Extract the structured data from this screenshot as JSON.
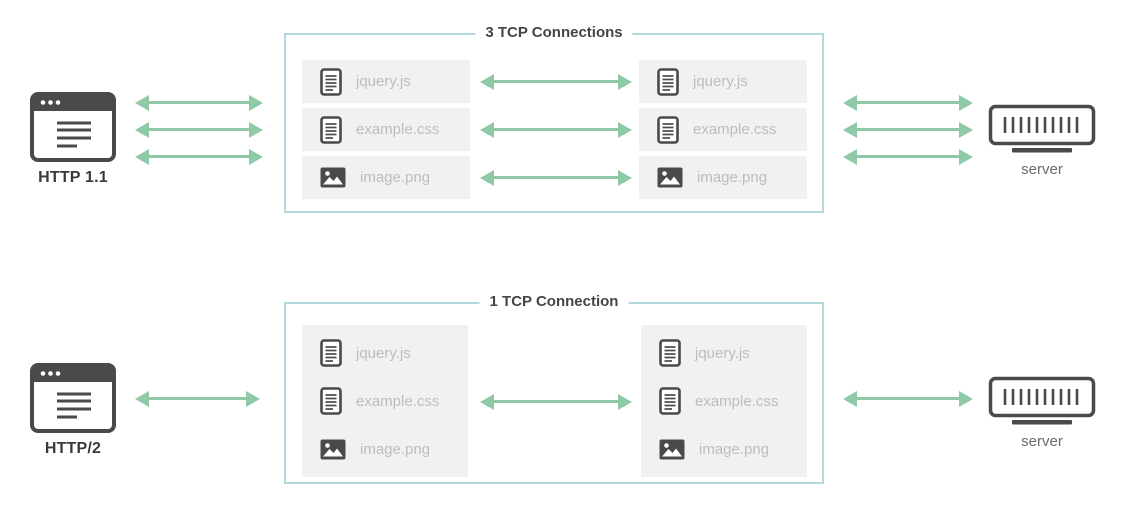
{
  "colors": {
    "arrow_green": "#8fc9a8",
    "box_border": "#b2dade",
    "item_background": "#f1f1f1",
    "file_text": "#bdbdbd",
    "icon_dark": "#4a4a4a",
    "client_label_text": "#3a3a3a",
    "server_label_text": "#6b6b6b",
    "page_background": "#ffffff"
  },
  "top_section": {
    "client_label": "HTTP 1.1",
    "box_title": "3 TCP Connections",
    "files": [
      "jquery.js",
      "example.css",
      "image.png"
    ],
    "server_label": "server"
  },
  "bottom_section": {
    "client_label": "HTTP/2",
    "box_title": "1 TCP Connection",
    "files": [
      "jquery.js",
      "example.css",
      "image.png"
    ],
    "server_label": "server"
  }
}
